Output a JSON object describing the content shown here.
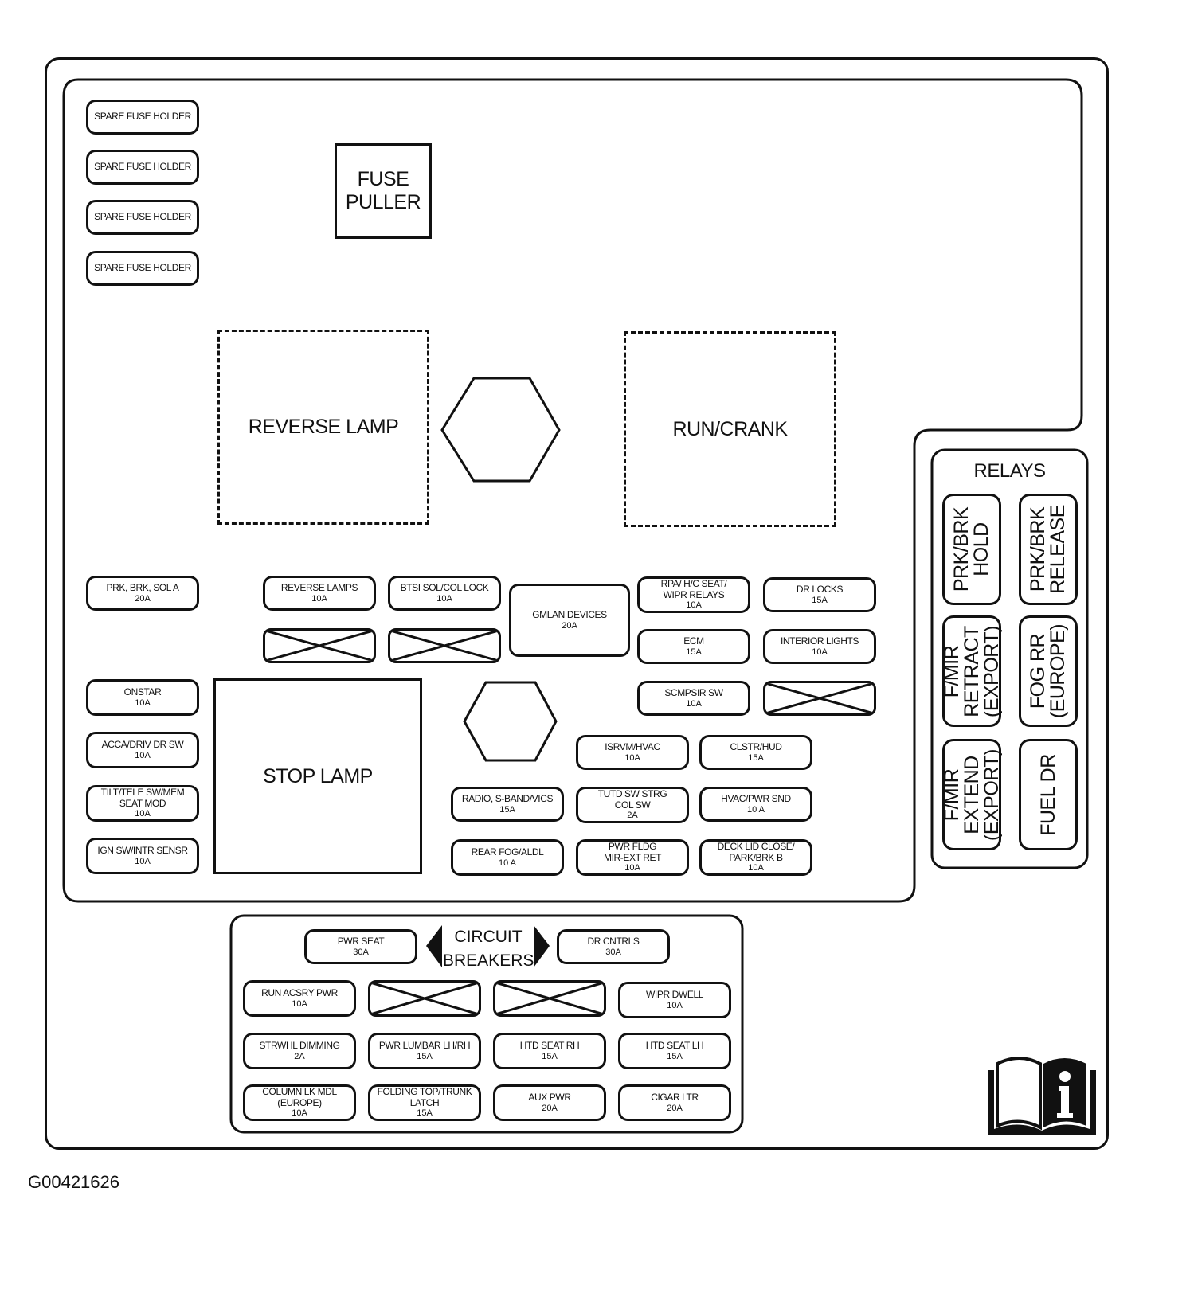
{
  "spare_fuse_holders": [
    "SPARE FUSE HOLDER",
    "SPARE FUSE HOLDER",
    "SPARE FUSE HOLDER",
    "SPARE FUSE HOLDER"
  ],
  "fuse_puller": {
    "line1": "FUSE",
    "line2": "PULLER"
  },
  "relay_blocks": {
    "reverse_lamp": "REVERSE LAMP",
    "run_crank": "RUN/CRANK",
    "stop_lamp": "STOP LAMP"
  },
  "relays": {
    "title": "RELAYS",
    "items": [
      {
        "label": "PRK/BRK\nHOLD"
      },
      {
        "label": "PRK/BRK\nRELEASE"
      },
      {
        "label": "F/MIR\nRETRACT\n(EXPORT)"
      },
      {
        "label": "FOG RR\n(EUROPE)"
      },
      {
        "label": "F/MIR\nEXTEND\n(EXPORT)"
      },
      {
        "label": "FUEL DR"
      }
    ]
  },
  "fuses": {
    "prk_brk_sol_a": {
      "label": "PRK, BRK, SOL A",
      "amps": "20A"
    },
    "onstar": {
      "label": "ONSTAR",
      "amps": "10A"
    },
    "acca_driv_dr_sw": {
      "label": "ACCA/DRIV DR SW",
      "amps": "10A"
    },
    "tilt_tele": {
      "label1": "TILT/TELE SW/MEM",
      "label2": "SEAT MOD",
      "amps": "10A"
    },
    "ign_sw": {
      "label": "IGN SW/INTR SENSR",
      "amps": "10A"
    },
    "reverse_lamps": {
      "label": "REVERSE LAMPS",
      "amps": "10A"
    },
    "btsi": {
      "label": "BTSI SOL/COL LOCK",
      "amps": "10A"
    },
    "gmlan": {
      "label": "GMLAN DEVICES",
      "amps": "20A"
    },
    "rpa": {
      "label1": "RPA/ H/C SEAT/",
      "label2": "WIPR RELAYS",
      "amps": "10A"
    },
    "dr_locks": {
      "label": "DR LOCKS",
      "amps": "15A"
    },
    "ecm": {
      "label": "ECM",
      "amps": "15A"
    },
    "interior_lights": {
      "label": "INTERIOR LIGHTS",
      "amps": "10A"
    },
    "scmpsir": {
      "label": "SCMPSIR SW",
      "amps": "10A"
    },
    "isrvm": {
      "label": "ISRVM/HVAC",
      "amps": "10A"
    },
    "clstr": {
      "label": "CLSTR/HUD",
      "amps": "15A"
    },
    "radio": {
      "label": "RADIO, S-BAND/VICS",
      "amps": "15A"
    },
    "tutd": {
      "label1": "TUTD SW STRG",
      "label2": "COL SW",
      "amps": "2A"
    },
    "hvac_pwr": {
      "label": "HVAC/PWR SND",
      "amps": "10 A"
    },
    "rear_fog": {
      "label": "REAR FOG/ALDL",
      "amps": "10 A"
    },
    "pwr_fldg": {
      "label1": "PWR FLDG",
      "label2": "MIR-EXT RET",
      "amps": "10A"
    },
    "deck_lid": {
      "label1": "DECK LID CLOSE/",
      "label2": "PARK/BRK B",
      "amps": "10A"
    }
  },
  "circuit_breakers": {
    "title1": "CIRCUIT",
    "title2": "BREAKERS",
    "pwr_seat": {
      "label": "PWR SEAT",
      "amps": "30A"
    },
    "dr_cntrls": {
      "label": "DR CNTRLS",
      "amps": "30A"
    }
  },
  "lower_fuses": {
    "run_acsry": {
      "label": "RUN ACSRY PWR",
      "amps": "10A"
    },
    "wipr_dwell": {
      "label": "WIPR DWELL",
      "amps": "10A"
    },
    "strwhl": {
      "label": "STRWHL DIMMING",
      "amps": "2A"
    },
    "pwr_lumbar": {
      "label": "PWR LUMBAR LH/RH",
      "amps": "15A"
    },
    "htd_seat_rh": {
      "label": "HTD SEAT RH",
      "amps": "15A"
    },
    "htd_seat_lh": {
      "label": "HTD SEAT LH",
      "amps": "15A"
    },
    "column_lk": {
      "label1": "COLUMN LK MDL",
      "label2": "(EUROPE)",
      "amps": "10A"
    },
    "folding_top": {
      "label1": "FOLDING TOP/TRUNK",
      "label2": "LATCH",
      "amps": "15A"
    },
    "aux_pwr": {
      "label": "AUX PWR",
      "amps": "20A"
    },
    "cigar_ltr": {
      "label": "CIGAR LTR",
      "amps": "20A"
    }
  },
  "figure_id": "G00421626"
}
